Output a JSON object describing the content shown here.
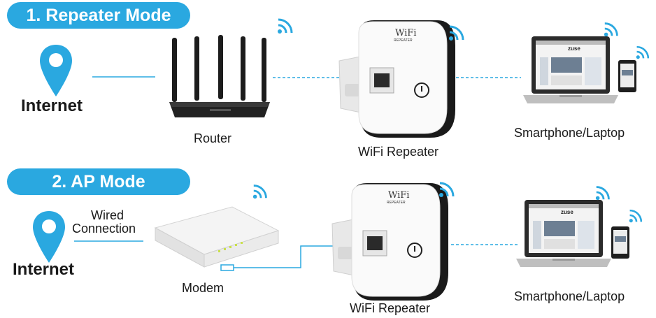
{
  "modes": [
    {
      "title": "1. Repeater Mode",
      "source_label": "Internet",
      "device_label": "Router",
      "repeater_label": "WiFi Repeater",
      "client_label": "Smartphone/Laptop"
    },
    {
      "title": "2. AP Mode",
      "source_label": "Internet",
      "connection_label_line1": "Wired",
      "connection_label_line2": "Connection",
      "device_label": "Modem",
      "repeater_label": "WiFi Repeater",
      "client_label": "Smartphone/Laptop"
    }
  ],
  "repeater_brand": "WiFi",
  "repeater_brand_sub": "REPEATER",
  "site_logo": "zuse",
  "colors": {
    "accent": "#2aa8e0",
    "line": "#2aa8e0",
    "dark": "#222222"
  },
  "icons": [
    "location-pin-icon",
    "wifi-signal-icon",
    "router-icon",
    "wifi-repeater-icon",
    "laptop-icon",
    "smartphone-icon",
    "modem-icon"
  ]
}
